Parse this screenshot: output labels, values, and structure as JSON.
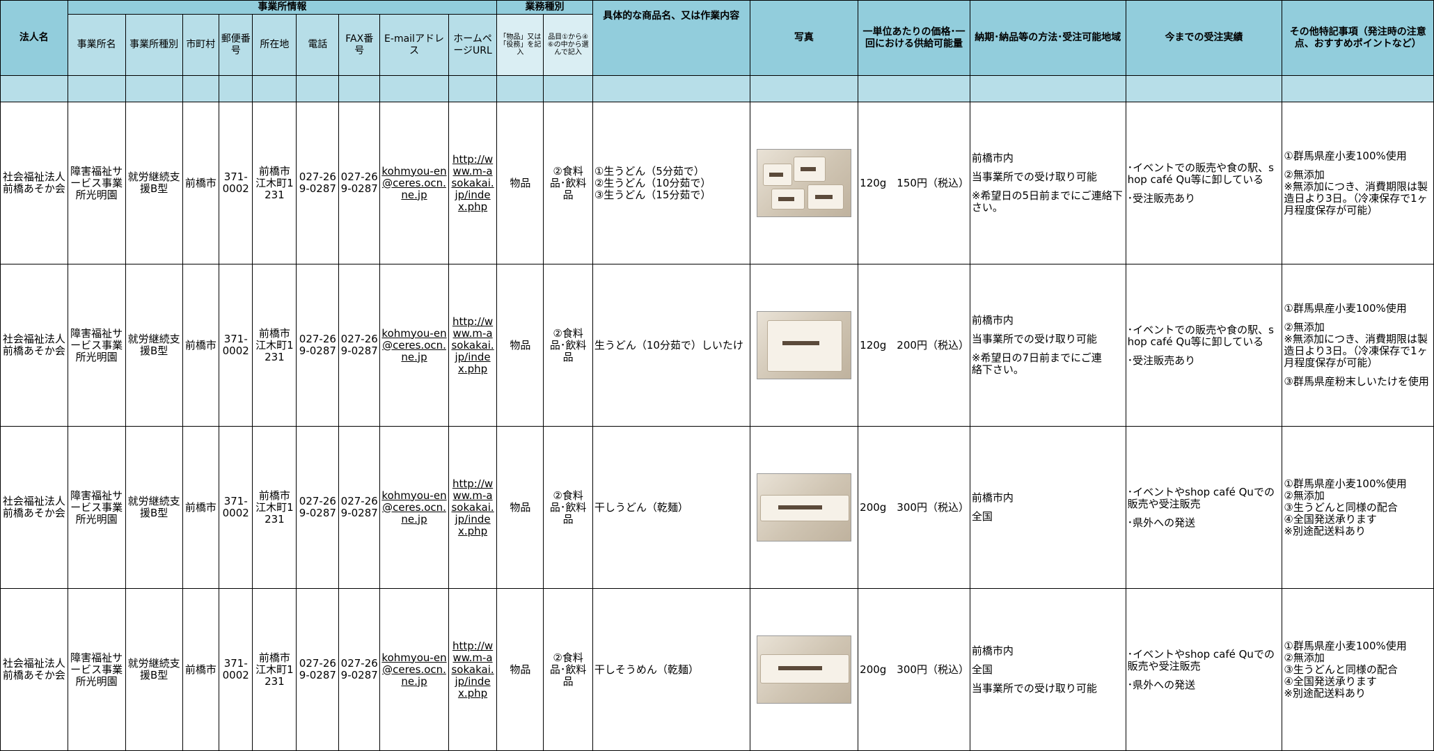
{
  "headers": {
    "corp": "法人名",
    "office_info": "事業所情報",
    "business_type": "業務種別",
    "product": "具体的な商品名、又は作業内容",
    "photo": "写真",
    "price": "一単位あたりの価格･一回における供給可能量",
    "delivery": "納期･納品等の方法･受注可能地域",
    "record": "今までの受注実績",
    "notes": "その他特記事項（発注時の注意点、おすすめポイントなど）",
    "office_name": "事業所名",
    "office_kind": "事業所種別",
    "city": "市町村",
    "zip": "郵便番号",
    "address": "所在地",
    "tel": "電話",
    "fax": "FAX番号",
    "email": "E-mailアドレス",
    "hp": "ホームページURL",
    "goods_or_service": "「物品」又は「役務」を記入",
    "category": "品目①から④⑥の中から選んで記入"
  },
  "rows": [
    {
      "corp": "社会福祉法人前橋あそか会",
      "office_name": "障害福祉サービス事業所光明園",
      "office_kind": "就労継続支援B型",
      "city": "前橋市",
      "zip": "371-0002",
      "address": "前橋市江木町1231",
      "tel": "027-269-0287",
      "fax": "027-269-0287",
      "email": "kohmyou-en@ceres.ocn.ne.jp",
      "hp": "http://www.m-asokakai.jp/index.php",
      "goods": "物品",
      "category": "②食料品･飲料品",
      "product": [
        "①生うどん（5分茹で）",
        "②生うどん（10分茹で）",
        "③生うどん（15分茹で）"
      ],
      "price": "120g　150円（税込）",
      "delivery": [
        "前橋市内",
        "当事業所での受け取り可能",
        "※希望日の5日前までにご連絡下さい。"
      ],
      "record": [
        "･イベントでの販売や食の駅、shop café Qu等に卸している",
        "･受注販売あり"
      ],
      "notes": [
        "①群馬県産小麦100%使用",
        "②無添加\n※無添加につき、消費期限は製造日より3日。（冷凍保存で1ヶ月程度保存が可能）"
      ]
    },
    {
      "corp": "社会福祉法人前橋あそか会",
      "office_name": "障害福祉サービス事業所光明園",
      "office_kind": "就労継続支援B型",
      "city": "前橋市",
      "zip": "371-0002",
      "address": "前橋市江木町1231",
      "tel": "027-269-0287",
      "fax": "027-269-0287",
      "email": "kohmyou-en@ceres.ocn.ne.jp",
      "hp": "http://www.m-asokakai.jp/index.php",
      "goods": "物品",
      "category": "②食料品･飲料品",
      "product": [
        "生うどん（10分茹で）しいたけ"
      ],
      "price": "120g　200円（税込）",
      "delivery": [
        "前橋市内",
        "当事業所での受け取り可能",
        "※希望日の7日前までにご連\n絡下さい。"
      ],
      "record": [
        "･イベントでの販売や食の駅、shop café Qu等に卸している",
        "･受注販売あり"
      ],
      "notes": [
        "①群馬県産小麦100%使用",
        "②無添加\n※無添加につき、消費期限は製造日より3日。（冷凍保存で1ヶ月程度保存が可能）",
        "③群馬県産粉末しいたけを使用"
      ]
    },
    {
      "corp": "社会福祉法人前橋あそか会",
      "office_name": "障害福祉サービス事業所光明園",
      "office_kind": "就労継続支援B型",
      "city": "前橋市",
      "zip": "371-0002",
      "address": "前橋市江木町1231",
      "tel": "027-269-0287",
      "fax": "027-269-0287",
      "email": "kohmyou-en@ceres.ocn.ne.jp",
      "hp": "http://www.m-asokakai.jp/index.php",
      "goods": "物品",
      "category": "②食料品･飲料品",
      "product": [
        "干しうどん（乾麺）"
      ],
      "price": "200g　300円（税込）",
      "delivery": [
        "前橋市内",
        "全国"
      ],
      "record": [
        "･イベントやshop café Quでの販売や受注販売",
        "･県外への発送"
      ],
      "notes": [
        "①群馬県産小麦100%使用\n②無添加\n③生うどんと同様の配合\n④全国発送承ります\n※別途配送料あり"
      ]
    },
    {
      "corp": "社会福祉法人前橋あそか会",
      "office_name": "障害福祉サービス事業所光明園",
      "office_kind": "就労継続支援B型",
      "city": "前橋市",
      "zip": "371-0002",
      "address": "前橋市江木町1231",
      "tel": "027-269-0287",
      "fax": "027-269-0287",
      "email": "kohmyou-en@ceres.ocn.ne.jp",
      "hp": "http://www.m-asokakai.jp/index.php",
      "goods": "物品",
      "category": "②食料品･飲料品",
      "product": [
        "干しそうめん（乾麺）"
      ],
      "price": "200g　300円（税込）",
      "delivery": [
        "前橋市内",
        "全国",
        "当事業所での受け取り可能"
      ],
      "record": [
        "･イベントやshop café Quでの販売や受注販売",
        "･県外への発送"
      ],
      "notes": [
        "①群馬県産小麦100%使用\n②無添加\n③生うどんと同様の配合\n④全国発送承ります\n※別途配送料あり"
      ]
    }
  ]
}
